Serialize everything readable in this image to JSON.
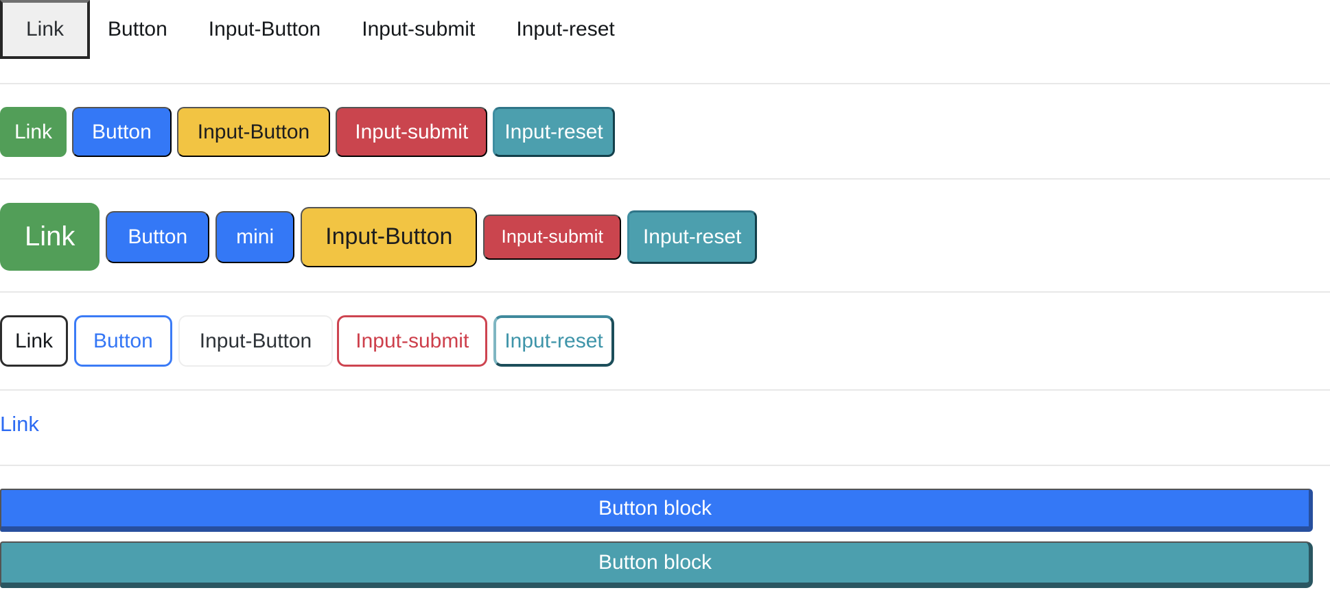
{
  "rows": {
    "plain": {
      "items": [
        {
          "label": "Link"
        },
        {
          "label": "Button"
        },
        {
          "label": "Input-Button"
        },
        {
          "label": "Input-submit"
        },
        {
          "label": "Input-reset"
        }
      ]
    },
    "solid": {
      "items": [
        {
          "label": "Link"
        },
        {
          "label": "Button"
        },
        {
          "label": "Input-Button"
        },
        {
          "label": "Input-submit"
        },
        {
          "label": "Input-reset"
        }
      ]
    },
    "sized": {
      "items": [
        {
          "label": "Link"
        },
        {
          "label": "Button"
        },
        {
          "label": "mini"
        },
        {
          "label": "Input-Button"
        },
        {
          "label": "Input-submit"
        },
        {
          "label": "Input-reset"
        }
      ]
    },
    "outline": {
      "items": [
        {
          "label": "Link"
        },
        {
          "label": "Button"
        },
        {
          "label": "Input-Button"
        },
        {
          "label": "Input-submit"
        },
        {
          "label": "Input-reset"
        }
      ]
    },
    "text_link": {
      "label": "Link"
    },
    "blocks": {
      "items": [
        {
          "label": "Button block"
        },
        {
          "label": "Button block"
        }
      ]
    }
  },
  "colors": {
    "green": "#529e58",
    "blue": "#3478f6",
    "yellow": "#f2c443",
    "red": "#ca454e",
    "teal": "#4c9fae",
    "teal_border_dark": "#133f4a",
    "link_text_blue": "#2d6bf2",
    "outline_red": "#cd4450",
    "outline_dark": "#2d2d2d",
    "plain_box_bg": "#efefef",
    "plain_box_border": "#262626",
    "reset_outline_bg": "#ececec",
    "reset_outline_text": "#3e94a9",
    "block_blue_shadow": "#274f9e",
    "block_teal_shadow": "#2a5661",
    "divider": "#e8e8e8"
  }
}
